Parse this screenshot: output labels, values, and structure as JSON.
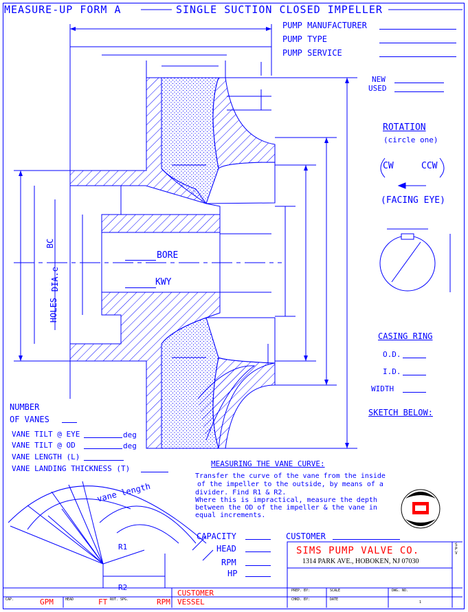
{
  "header": {
    "left_title": "MEASURE-UP FORM A",
    "right_title": "SINGLE SUCTION CLOSED IMPELLER"
  },
  "pump_info": {
    "manufacturer": "PUMP MANUFACTURER",
    "type": "PUMP TYPE",
    "service": "PUMP SERVICE"
  },
  "condition": {
    "new": "NEW",
    "used": "USED"
  },
  "rotation": {
    "title": "ROTATION",
    "hint": "(circle one)",
    "cw": "CW",
    "ccw": "CCW",
    "facing": "(FACING EYE)"
  },
  "bore_labels": {
    "bore": "BORE",
    "kwy": "KWY"
  },
  "side_labels": {
    "bc": "BC",
    "dia": "DIA.e",
    "holes": "HOLES"
  },
  "casing_ring": {
    "title": "CASING RING",
    "od": "O.D.",
    "id": "I.D.",
    "width": "WIDTH",
    "sketch": "SKETCH BELOW:"
  },
  "vanes": {
    "number_line1": "NUMBER",
    "number_line2": "OF VANES",
    "tilt_eye": "VANE TILT @ EYE",
    "tilt_od": "VANE TILT @ OD",
    "deg": "deg",
    "length": "VANE LENGTH (L)",
    "landing": "VANE LANDING THICKNESS (T)"
  },
  "measuring": {
    "title": "MEASURING THE VANE CURVE:",
    "line1": "Transfer the curve of the vane from the inside",
    "line2": "of the impeller to the outside, by means of a",
    "line3": "divider. Find R1 & R2.",
    "line4": "Where this is impractical, measure the depth",
    "line5": "between the OD of the impeller & the vane in",
    "line6": "equal increments."
  },
  "diagram_labels": {
    "vane_length": "vane length",
    "r1": "R1",
    "r2": "R2"
  },
  "performance": {
    "capacity": "CAPACITY",
    "head": "HEAD",
    "rpm": "RPM",
    "hp": "HP",
    "customer": "CUSTOMER"
  },
  "title_block": {
    "company": "SIMS PUMP VALVE CO.",
    "address": "1314 PARK AVE., HOBOKEN, NJ 07030",
    "side_logo": "S P V",
    "prep_by": "PREP. BY:",
    "chkd_by": "CHKD. BY:",
    "scale": "SCALE",
    "date": "DATE",
    "dwg_no": "DWG. NO.",
    "sheet_mark": "1"
  },
  "bottom_row": {
    "cap": "CAP.",
    "gpm": "GPM",
    "head": "HEAD",
    "ft": "FT",
    "spg": "ROT. SPG.",
    "rpm": "RPM",
    "customer": "CUSTOMER",
    "vessel": "VESSEL"
  },
  "colors": {
    "line": "#0000ff",
    "accent": "#ff0000"
  }
}
